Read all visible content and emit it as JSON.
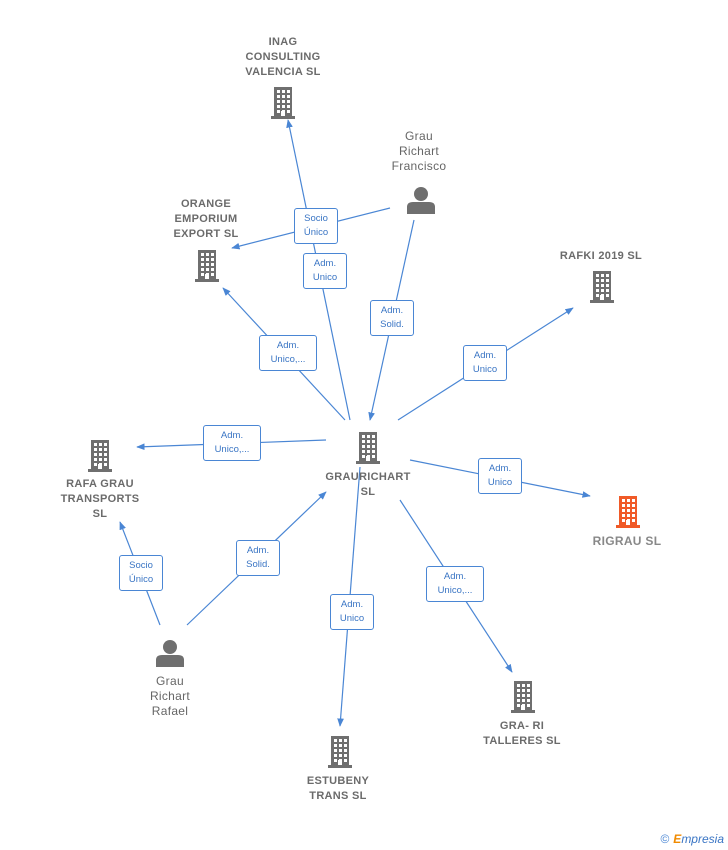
{
  "nodes": [
    {
      "id": "inag",
      "type": "company",
      "label": "INAG\nCONSULTING\nVALENCIA  SL",
      "highlight": false
    },
    {
      "id": "grau_francisco",
      "type": "person",
      "label": "Grau\nRichart\nFrancisco",
      "highlight": false
    },
    {
      "id": "orange",
      "type": "company",
      "label": "ORANGE\nEMPORIUM\nEXPORT  SL",
      "highlight": false
    },
    {
      "id": "rafki",
      "type": "company",
      "label": "RAFKI 2019  SL",
      "highlight": false
    },
    {
      "id": "graurichart",
      "type": "company",
      "label": "GRAURICHART\nSL",
      "highlight": false
    },
    {
      "id": "rafagrau",
      "type": "company",
      "label": "RAFA GRAU\nTRANSPORTS\nSL",
      "highlight": false
    },
    {
      "id": "rigrau",
      "type": "company",
      "label": "RIGRAU  SL",
      "highlight": true
    },
    {
      "id": "grau_rafael",
      "type": "person",
      "label": "Grau\nRichart\nRafael",
      "highlight": false
    },
    {
      "id": "grari",
      "type": "company",
      "label": "GRA- RI\nTALLERES  SL",
      "highlight": false
    },
    {
      "id": "estubeny",
      "type": "company",
      "label": "ESTUBENY\nTRANS  SL",
      "highlight": false
    }
  ],
  "edges": [
    {
      "id": "e1",
      "from": "graurichart",
      "to": "inag",
      "label": "Adm.\nUnico"
    },
    {
      "id": "e2",
      "from": "grau_francisco",
      "to": "orange",
      "label": "Socio\nÚnico"
    },
    {
      "id": "e3",
      "from": "graurichart",
      "to": "orange",
      "label": "Adm.\nUnico,..."
    },
    {
      "id": "e4",
      "from": "grau_francisco",
      "to": "graurichart",
      "label": "Adm.\nSolid."
    },
    {
      "id": "e5",
      "from": "graurichart",
      "to": "rafki",
      "label": "Adm.\nUnico"
    },
    {
      "id": "e6",
      "from": "graurichart",
      "to": "rafagrau",
      "label": "Adm.\nUnico,..."
    },
    {
      "id": "e7",
      "from": "graurichart",
      "to": "rigrau",
      "label": "Adm.\nUnico"
    },
    {
      "id": "e8",
      "from": "grau_rafael",
      "to": "rafagrau",
      "label": "Socio\nÚnico"
    },
    {
      "id": "e9",
      "from": "grau_rafael",
      "to": "graurichart",
      "label": "Adm.\nSolid."
    },
    {
      "id": "e10",
      "from": "graurichart",
      "to": "estubeny",
      "label": "Adm.\nUnico"
    },
    {
      "id": "e11",
      "from": "graurichart",
      "to": "grari",
      "label": "Adm.\nUnico,..."
    }
  ],
  "colors": {
    "edge": "#4a86d4",
    "company": "#6f6f6f",
    "highlight": "#f05a28",
    "person": "#6f6f6f"
  },
  "icons": {
    "company": "building-icon",
    "person": "person-icon"
  },
  "brand": {
    "copyright": "©",
    "name_first": "E",
    "name_rest": "mpresia"
  }
}
